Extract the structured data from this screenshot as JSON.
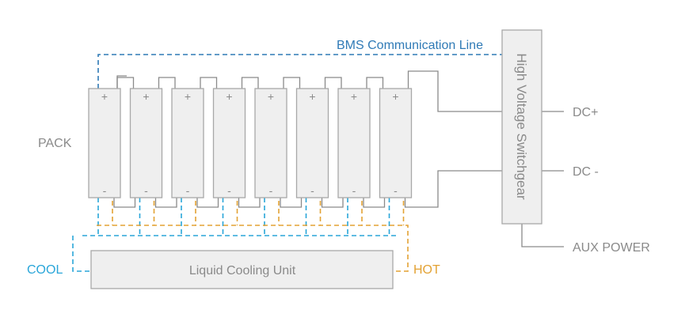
{
  "labels": {
    "bms_line": "BMS Communication Line",
    "switchgear": "High Voltage Switchgear",
    "dc_plus": "DC+",
    "dc_minus": "DC -",
    "aux_power": "AUX POWER",
    "pack": "PACK",
    "cooling_unit": "Liquid Cooling Unit",
    "cool": "COOL",
    "hot": "HOT",
    "cell_plus": "+",
    "cell_minus": "-"
  },
  "colors": {
    "bms": "#2f7ab6",
    "cool": "#2aa6d9",
    "hot": "#e3a234",
    "wire": "#8a8a8a",
    "text": "#8a8a8a",
    "box_fill": "#efefef",
    "box_stroke": "#a8a8a8"
  },
  "cell_count": 8
}
